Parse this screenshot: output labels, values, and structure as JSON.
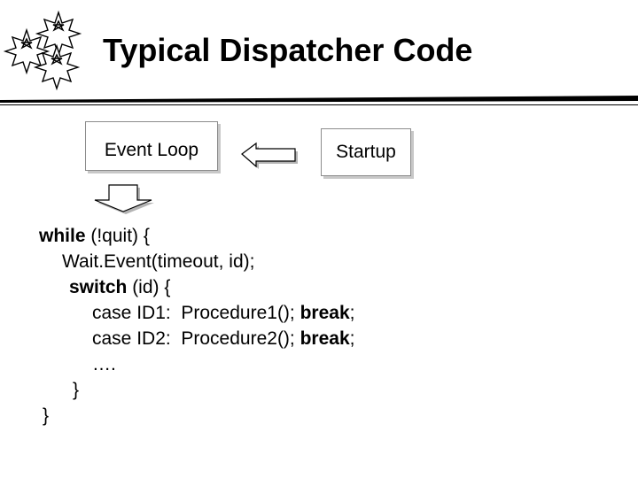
{
  "slide": {
    "title": "Typical Dispatcher Code"
  },
  "diagram": {
    "event_loop_label": "Event Loop",
    "startup_label": "Startup"
  },
  "code": {
    "lines": [
      {
        "kw1": "while",
        "text1": " (!quit) {",
        "kw2": "",
        "text2": ""
      },
      {
        "kw1": "",
        "text1": "Wait.Event(timeout, id);",
        "kw2": "",
        "text2": ""
      },
      {
        "kw1": "switch",
        "text1": " (id) {",
        "kw2": "",
        "text2": ""
      },
      {
        "kw1": "",
        "text1": "case ID1:  Procedure1(); ",
        "kw2": "break",
        "text2": ";"
      },
      {
        "kw1": "",
        "text1": "case ID2:  Procedure2(); ",
        "kw2": "break",
        "text2": ";"
      },
      {
        "kw1": "",
        "text1": "….",
        "kw2": "",
        "text2": ""
      },
      {
        "kw1": "",
        "text1": "}",
        "kw2": "",
        "text2": ""
      },
      {
        "kw1": "",
        "text1": "}",
        "kw2": "",
        "text2": ""
      }
    ]
  },
  "icons": {
    "logo": "star-cluster-icon",
    "left_arrow": "arrow-left-icon",
    "down_arrow": "arrow-down-icon"
  },
  "colors": {
    "rule": "#000000",
    "box_border": "#8c8c8c",
    "box_shadow": "#c8c8c8",
    "arrow_shadow": "#b4b4b4"
  }
}
